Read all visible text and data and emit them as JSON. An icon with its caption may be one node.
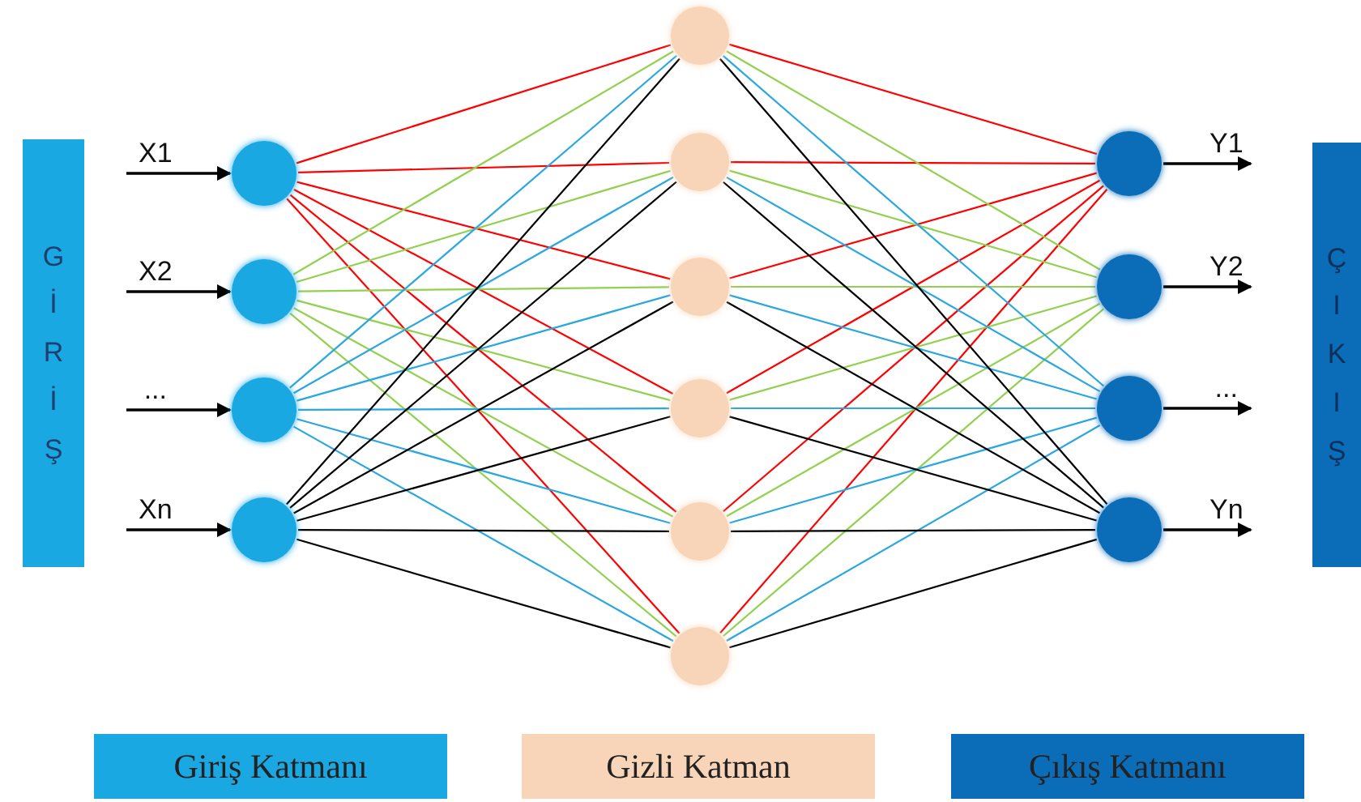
{
  "diagram": {
    "nodes": [
      {
        "text": [
          "GİRİŞ"
        ]
      },
      {
        "text": [],
        "shape": "circle"
      },
      {
        "text": [],
        "shape": "circle"
      },
      {
        "text": [],
        "shape": "circle"
      },
      {
        "text": [],
        "shape": "circle"
      },
      {
        "text": [],
        "shape": "circle"
      },
      {
        "text": [],
        "shape": "circle"
      },
      {
        "text": [],
        "shape": "circle"
      },
      {
        "text": [],
        "shape": "circle"
      },
      {
        "text": [],
        "shape": "circle"
      },
      {
        "text": [],
        "shape": "circle"
      },
      {
        "text": [],
        "shape": "circle"
      },
      {
        "text": [],
        "shape": "circle"
      },
      {
        "text": [],
        "shape": "circle"
      },
      {
        "text": [],
        "shape": "circle"
      },
      {
        "text": [
          "ÇIKIŞ"
        ]
      }
    ],
    "edges": [
      {
        "from": null,
        "to": 1,
        "arrow": "to",
        "label": "X1",
        "color": "#000000"
      },
      {
        "from": null,
        "to": 2,
        "arrow": "to",
        "label": "X2",
        "color": "#000000"
      },
      {
        "from": null,
        "to": 3,
        "arrow": "to",
        "label": "...",
        "color": "#000000"
      },
      {
        "from": null,
        "to": 4,
        "arrow": "to",
        "label": "Xn",
        "color": "#000000"
      },
      {
        "from": 1,
        "to": 5,
        "arrow": "none",
        "color": "#ff0000"
      },
      {
        "from": 1,
        "to": 6,
        "arrow": "none",
        "color": "#ff0000"
      },
      {
        "from": 1,
        "to": 7,
        "arrow": "none",
        "color": "#ff0000"
      },
      {
        "from": 1,
        "to": 8,
        "arrow": "none",
        "color": "#ff0000"
      },
      {
        "from": 1,
        "to": 9,
        "arrow": "none",
        "color": "#ff0000"
      },
      {
        "from": 1,
        "to": 10,
        "arrow": "none",
        "color": "#ff0000"
      },
      {
        "from": 2,
        "to": 5,
        "arrow": "none",
        "color": "#92d050"
      },
      {
        "from": 2,
        "to": 6,
        "arrow": "none",
        "color": "#92d050"
      },
      {
        "from": 2,
        "to": 7,
        "arrow": "none",
        "color": "#92d050"
      },
      {
        "from": 2,
        "to": 8,
        "arrow": "none",
        "color": "#92d050"
      },
      {
        "from": 2,
        "to": 9,
        "arrow": "none",
        "color": "#92d050"
      },
      {
        "from": 2,
        "to": 10,
        "arrow": "none",
        "color": "#92d050"
      },
      {
        "from": 3,
        "to": 5,
        "arrow": "none",
        "color": "#2aa6e0"
      },
      {
        "from": 3,
        "to": 6,
        "arrow": "none",
        "color": "#2aa6e0"
      },
      {
        "from": 3,
        "to": 7,
        "arrow": "none",
        "color": "#2aa6e0"
      },
      {
        "from": 3,
        "to": 8,
        "arrow": "none",
        "color": "#2aa6e0"
      },
      {
        "from": 3,
        "to": 9,
        "arrow": "none",
        "color": "#2aa6e0"
      },
      {
        "from": 3,
        "to": 10,
        "arrow": "none",
        "color": "#2aa6e0"
      },
      {
        "from": 4,
        "to": 5,
        "arrow": "none",
        "color": "#000000"
      },
      {
        "from": 4,
        "to": 6,
        "arrow": "none",
        "color": "#000000"
      },
      {
        "from": 4,
        "to": 7,
        "arrow": "none",
        "color": "#000000"
      },
      {
        "from": 4,
        "to": 8,
        "arrow": "none",
        "color": "#000000"
      },
      {
        "from": 4,
        "to": 9,
        "arrow": "none",
        "color": "#000000"
      },
      {
        "from": 4,
        "to": 10,
        "arrow": "none",
        "color": "#000000"
      },
      {
        "from": 5,
        "to": 11,
        "arrow": "none",
        "color": "#ff0000"
      },
      {
        "from": 6,
        "to": 11,
        "arrow": "none",
        "color": "#ff0000"
      },
      {
        "from": 7,
        "to": 11,
        "arrow": "none",
        "color": "#ff0000"
      },
      {
        "from": 8,
        "to": 11,
        "arrow": "none",
        "color": "#ff0000"
      },
      {
        "from": 9,
        "to": 11,
        "arrow": "none",
        "color": "#ff0000"
      },
      {
        "from": 10,
        "to": 11,
        "arrow": "none",
        "color": "#ff0000"
      },
      {
        "from": 5,
        "to": 12,
        "arrow": "none",
        "color": "#92d050"
      },
      {
        "from": 6,
        "to": 12,
        "arrow": "none",
        "color": "#92d050"
      },
      {
        "from": 7,
        "to": 12,
        "arrow": "none",
        "color": "#92d050"
      },
      {
        "from": 8,
        "to": 12,
        "arrow": "none",
        "color": "#92d050"
      },
      {
        "from": 9,
        "to": 12,
        "arrow": "none",
        "color": "#92d050"
      },
      {
        "from": 10,
        "to": 12,
        "arrow": "none",
        "color": "#92d050"
      },
      {
        "from": 5,
        "to": 13,
        "arrow": "none",
        "color": "#2aa6e0"
      },
      {
        "from": 6,
        "to": 13,
        "arrow": "none",
        "color": "#2aa6e0"
      },
      {
        "from": 7,
        "to": 13,
        "arrow": "none",
        "color": "#2aa6e0"
      },
      {
        "from": 8,
        "to": 13,
        "arrow": "none",
        "color": "#2aa6e0"
      },
      {
        "from": 9,
        "to": 13,
        "arrow": "none",
        "color": "#2aa6e0"
      },
      {
        "from": 10,
        "to": 13,
        "arrow": "none",
        "color": "#2aa6e0"
      },
      {
        "from": 5,
        "to": 14,
        "arrow": "none",
        "color": "#000000"
      },
      {
        "from": 6,
        "to": 14,
        "arrow": "none",
        "color": "#000000"
      },
      {
        "from": 7,
        "to": 14,
        "arrow": "none",
        "color": "#000000"
      },
      {
        "from": 8,
        "to": 14,
        "arrow": "none",
        "color": "#000000"
      },
      {
        "from": 9,
        "to": 14,
        "arrow": "none",
        "color": "#000000"
      },
      {
        "from": 10,
        "to": 14,
        "arrow": "none",
        "color": "#000000"
      },
      {
        "from": 11,
        "to": null,
        "arrow": "to",
        "label": "Y1",
        "color": "#000000"
      },
      {
        "from": 12,
        "to": null,
        "arrow": "to",
        "label": "Y2",
        "color": "#000000"
      },
      {
        "from": 13,
        "to": null,
        "arrow": "to",
        "label": "...",
        "color": "#000000"
      },
      {
        "from": 14,
        "to": null,
        "arrow": "to",
        "label": "Yn",
        "color": "#000000"
      }
    ],
    "legend": [
      {
        "text": "Giriş Katmanı",
        "color": "#1aa8e2"
      },
      {
        "text": "Gizli Katman",
        "color": "#f8d5b8"
      },
      {
        "text": "Çıkış Katmanı",
        "color": "#0b6cb7"
      }
    ]
  }
}
